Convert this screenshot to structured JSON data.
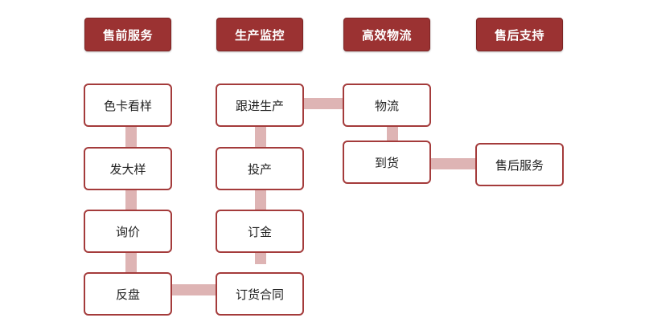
{
  "colors": {
    "header_fill": "#9b3232",
    "node_border": "#a43b3b",
    "connector": "#deb4b4"
  },
  "headers": [
    "售前服务",
    "生产监控",
    "高效物流",
    "售后支持"
  ],
  "nodes": {
    "sekakanyang": "色卡看样",
    "fadayang": "发大样",
    "xunjia": "询价",
    "fanpan": "反盘",
    "genjinshengchan": "跟进生产",
    "touchan": "投产",
    "dingjin": "订金",
    "dinghuohetong": "订货合同",
    "wuliu": "物流",
    "daohuo": "到货",
    "shouhoufuwu": "售后服务"
  }
}
